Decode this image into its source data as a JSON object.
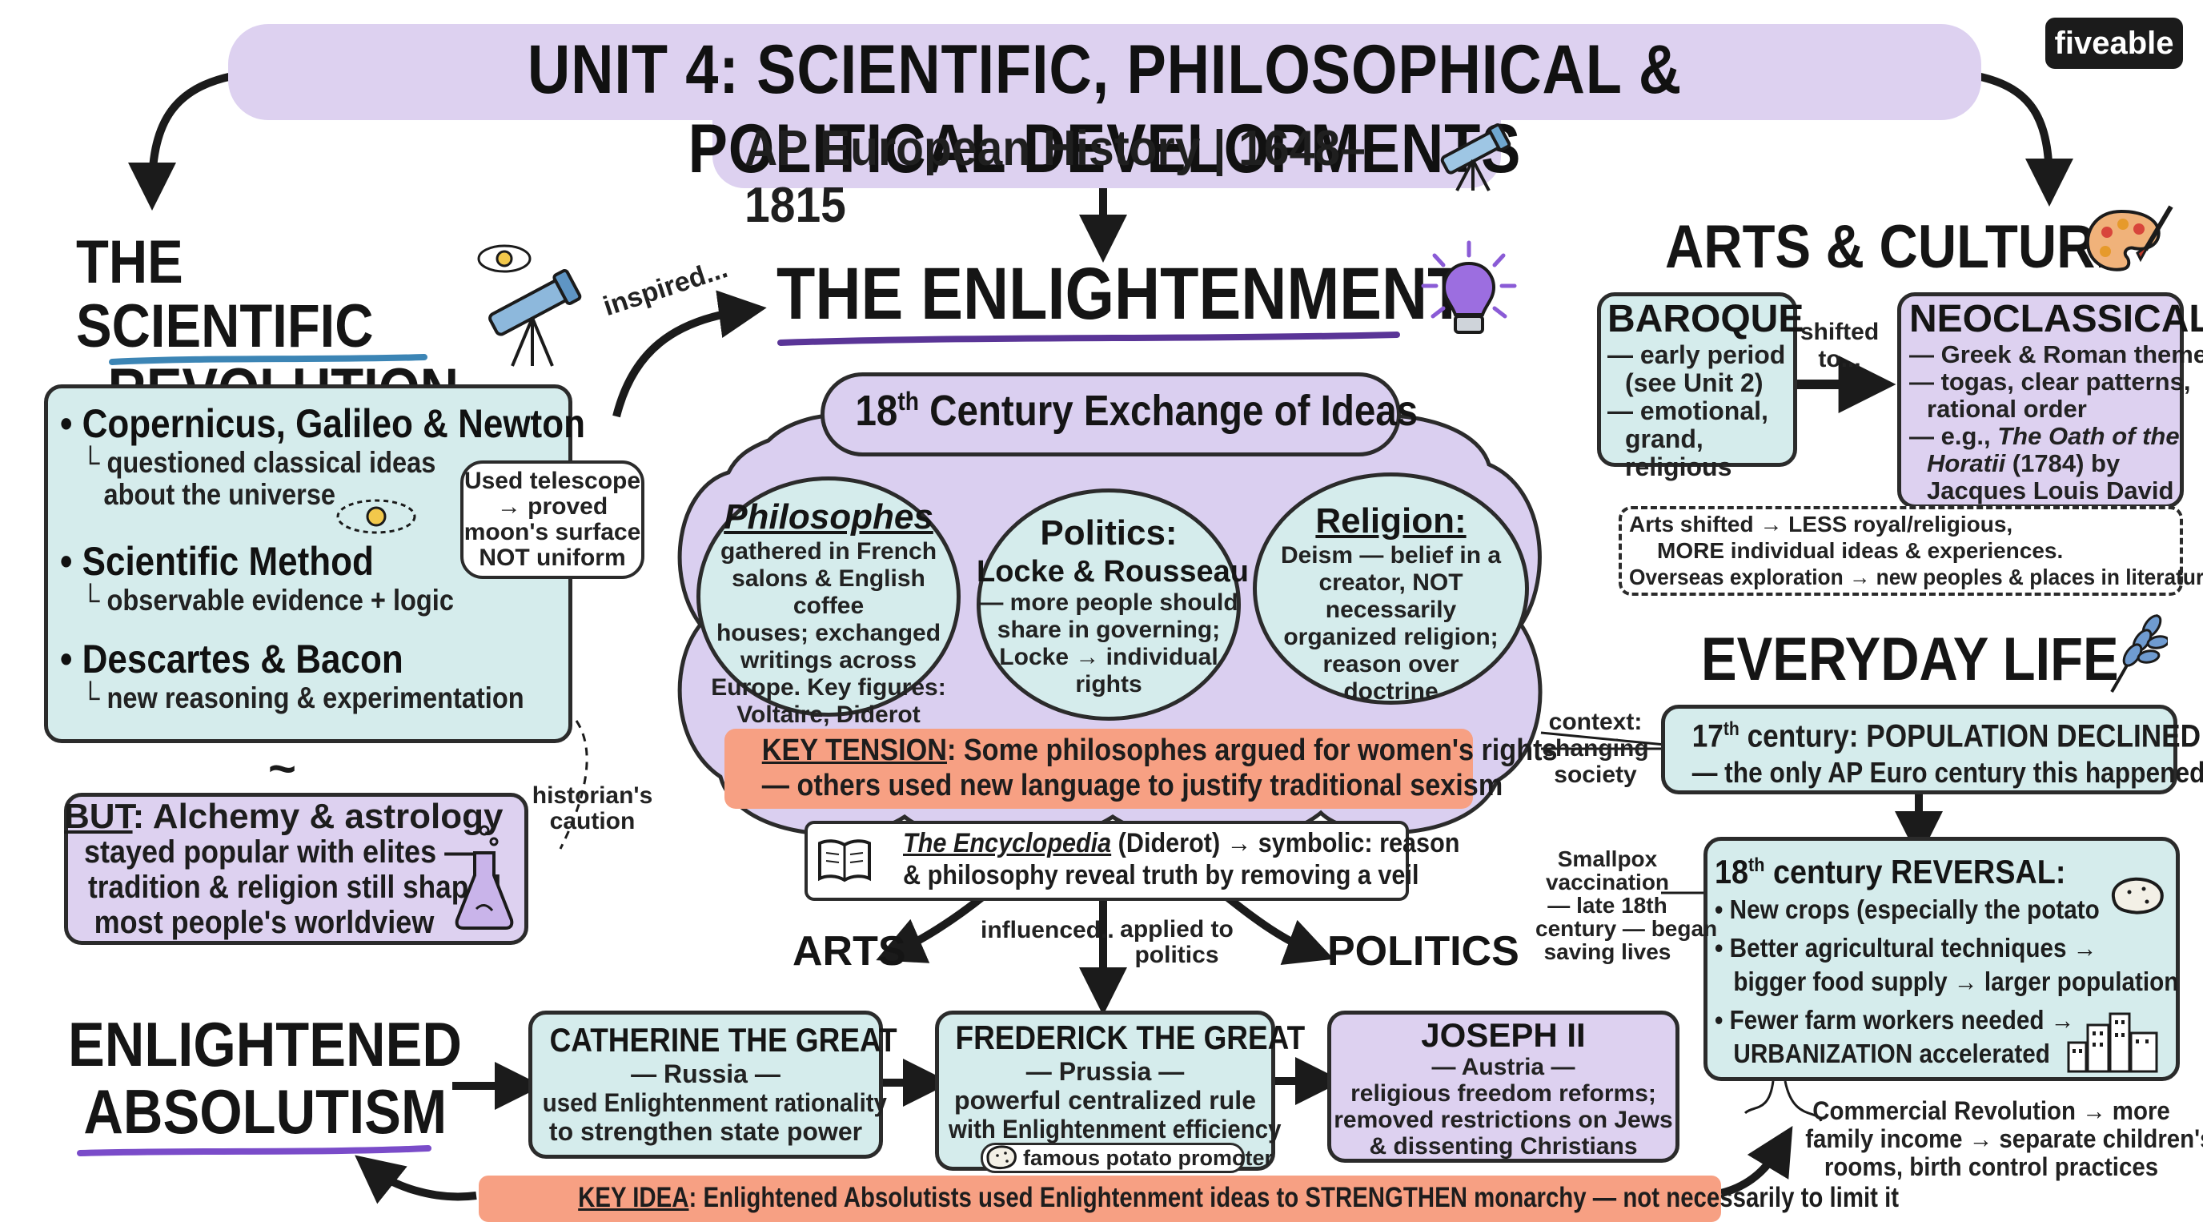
{
  "brand": "fiveable",
  "title": {
    "main": "UNIT 4: SCIENTIFIC, PHILOSOPHICAL & POLITICAL DEVELOPMENTS",
    "sub": "AP European History | 1648–1815"
  },
  "scientific_revolution": {
    "heading_1": "THE SCIENTIFIC",
    "heading_2": "REVOLUTION",
    "items": [
      {
        "title": "Copernicus, Galileo & Newton",
        "detail_1": "questioned classical ideas",
        "detail_2": "about the universe"
      },
      {
        "title": "Scientific Method",
        "detail_1": "observable evidence + logic"
      },
      {
        "title": "Descartes & Bacon",
        "detail_1": "new reasoning & experimentation"
      }
    ],
    "callout": [
      "Used telescope",
      "→ proved",
      "moon's surface",
      "NOT uniform"
    ],
    "tilde": "~",
    "but_label": "BUT",
    "but_rest": ": Alchemy & astrology",
    "but_lines": [
      "stayed popular with elites —",
      "tradition & religion still shaped",
      "most people's worldview"
    ],
    "historians_caution": [
      "historian's",
      "caution"
    ]
  },
  "inspired": "inspired...",
  "enlightenment": {
    "heading": "THE ENLIGHTENMENT",
    "exchange": "18th Century Exchange of Ideas",
    "exchange_pre": "18",
    "exchange_sup": "th",
    "exchange_post": " Century Exchange of Ideas",
    "philosophes": {
      "title": "Philosophes",
      "lines": [
        "gathered in French",
        "salons & English coffee",
        "houses; exchanged",
        "writings across",
        "Europe. Key figures:",
        "Voltaire, Diderot"
      ]
    },
    "politics": {
      "title": "Politics:",
      "subtitle": "Locke & Rousseau",
      "lines": [
        "— more people should",
        "share in governing;",
        "Locke → individual",
        "rights"
      ]
    },
    "religion": {
      "title": "Religion:",
      "lines": [
        "Deism — belief in a",
        "creator, NOT necessarily",
        "organized religion;",
        "reason over",
        "doctrine"
      ]
    },
    "key_tension_label": "KEY TENSION",
    "key_tension_1": ": Some philosophes argued for women's rights",
    "key_tension_2": "— others used new language to justify traditional sexism",
    "encyclopedia_title": "The Encyclopedia",
    "encyclopedia_1": " (Diderot) → symbolic: reason",
    "encyclopedia_2": "& philosophy reveal truth by removing a veil",
    "arts": "ARTS",
    "politics_label": "POLITICS",
    "influenced": "influenced..",
    "applied": [
      "applied to",
      "politics"
    ]
  },
  "arts_culture": {
    "heading": "ARTS & CULTURE",
    "baroque": {
      "title": "BAROQUE",
      "lines": [
        "— early period",
        "(see Unit 2)",
        "— emotional,",
        "grand, religious"
      ]
    },
    "shifted": [
      "shifted",
      "to..."
    ],
    "neoclassical": {
      "title": "NEOCLASSICAL",
      "line_1": "— Greek & Roman themes",
      "line_2": "— togas, clear patterns,",
      "line_3": "rational order",
      "line_4_pre": "— e.g., ",
      "line_4_it": "The Oath of the",
      "line_5_it": "Horatii",
      "line_5_post": " (1784) by",
      "line_6": "Jacques Louis David"
    },
    "shift_note": [
      "Arts shifted → LESS royal/religious,",
      "MORE individual ideas & experiences.",
      "Overseas exploration → new peoples & places in literature"
    ]
  },
  "everyday_life": {
    "heading": "EVERYDAY LIFE",
    "context": [
      "context:",
      "changing",
      "society"
    ],
    "c17_pre": "17",
    "c17_sup": "th",
    "c17_title": " century: POPULATION DECLINED",
    "c17_line": "— the only AP Euro century this happened",
    "c18_pre": "18",
    "c18_sup": "th",
    "c18_title": " century REVERSAL:",
    "c18_items": [
      "New crops (especially the potato",
      "Better agricultural techniques →",
      "bigger food supply → larger population",
      "Fewer farm workers needed →",
      "URBANIZATION accelerated"
    ],
    "smallpox": [
      "Smallpox",
      "vaccination",
      "— late 18th",
      "century — began",
      "saving lives"
    ],
    "commercial": [
      "Commercial Revolution → more",
      "family income → separate children's",
      "rooms, birth control practices"
    ]
  },
  "absolutism": {
    "heading_1": "ENLIGHTENED",
    "heading_2": "ABSOLUTISM",
    "catherine": {
      "title": "CATHERINE THE GREAT",
      "lines": [
        "— Russia —",
        "used Enlightenment rationality",
        "to strengthen state power"
      ]
    },
    "frederick": {
      "title": "FREDERICK THE GREAT",
      "lines": [
        "— Prussia —",
        "powerful centralized rule",
        "with Enlightenment efficiency"
      ],
      "tag": "famous potato promoter"
    },
    "joseph": {
      "title": "JOSEPH II",
      "lines": [
        "— Austria —",
        "religious freedom reforms;",
        "removed restrictions on Jews",
        "& dissenting Christians"
      ]
    },
    "key_idea_label": "KEY IDEA",
    "key_idea_rest": ": Enlightened Absolutists used Enlightenment ideas to STRENGTHEN monarchy — not necessarily to limit it"
  },
  "colors": {
    "teal": "#d5ecec",
    "lavender": "#ddd1f0",
    "salmon": "#f7a083",
    "purple_accent": "#6a3fb5",
    "ink": "#1b1b1b"
  }
}
